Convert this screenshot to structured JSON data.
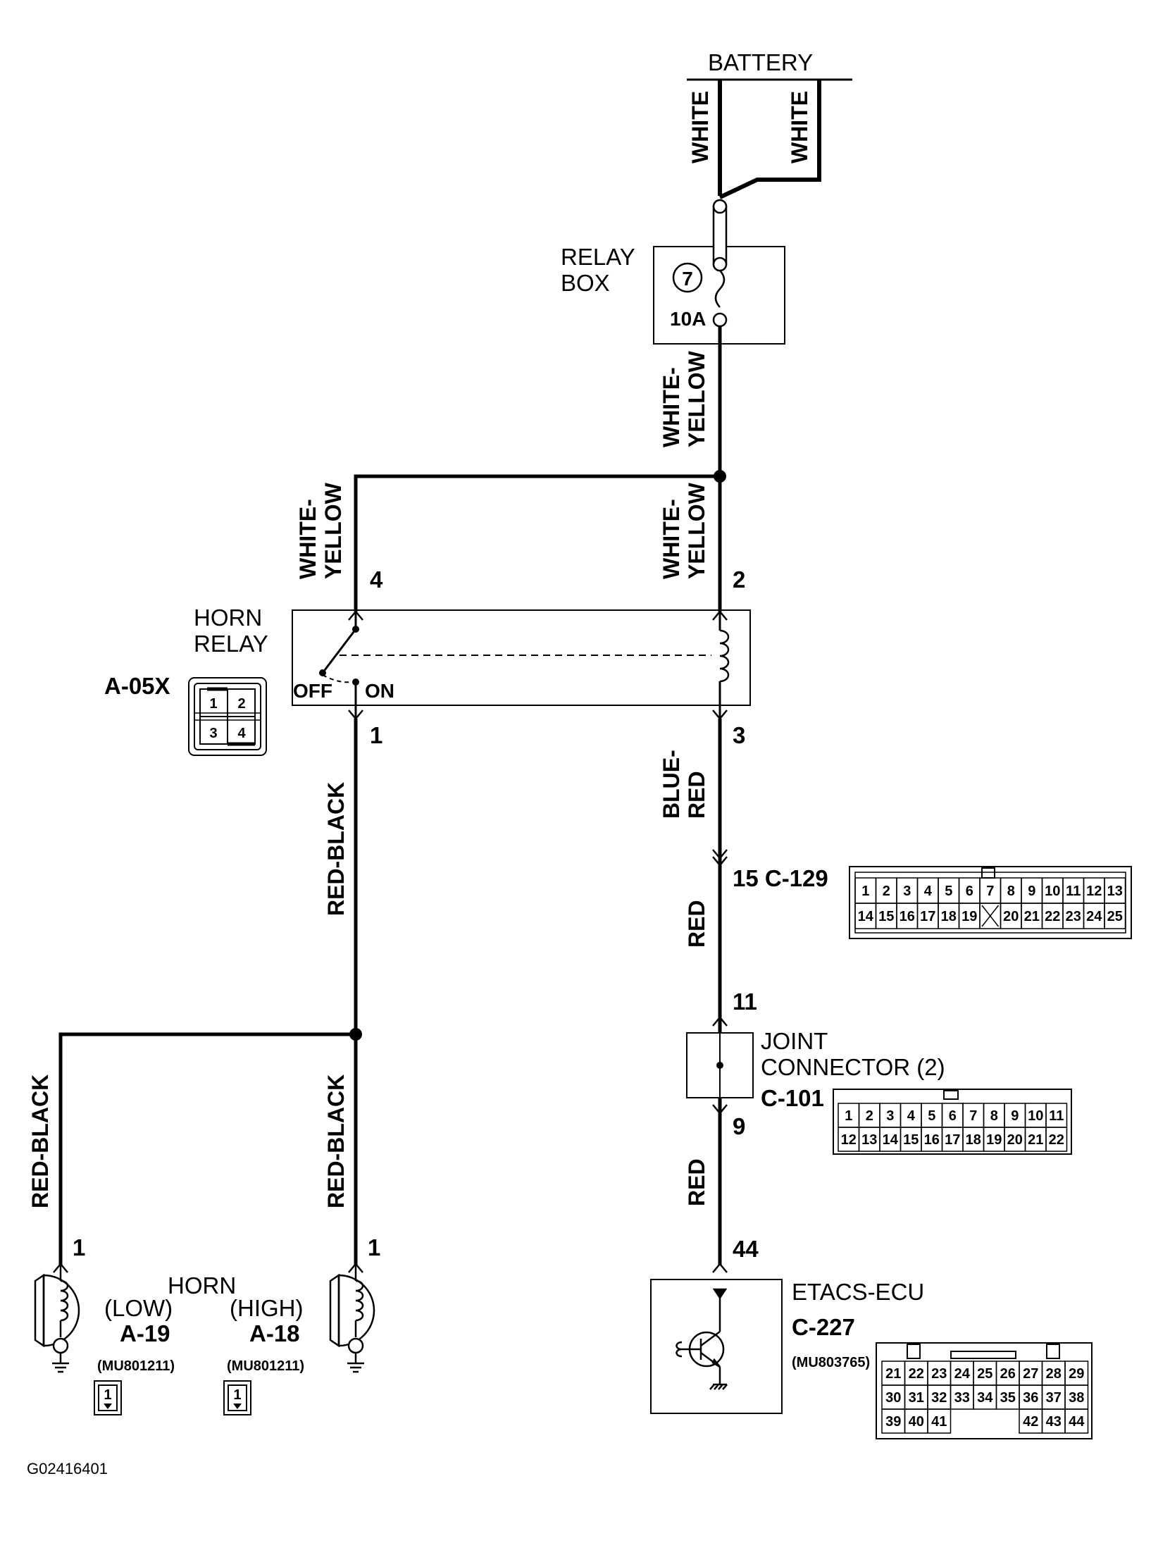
{
  "labels": {
    "battery": "BATTERY",
    "relay_box_line1": "RELAY",
    "relay_box_line2": "BOX",
    "fuse_number": "7",
    "fuse_rating": "10A",
    "horn_relay_line1": "HORN",
    "horn_relay_line2": "RELAY",
    "horn_relay_connector": "A-05X",
    "relay_off": "OFF",
    "relay_on": "ON",
    "joint_connector_line1": "JOINT",
    "joint_connector_line2": "CONNECTOR (2)",
    "joint_connector_id": "C-101",
    "c129_label": "15 C-129",
    "etacs_name": "ETACS-ECU",
    "etacs_connector": "C-227",
    "etacs_part": "(MU803765)",
    "horn": "HORN",
    "horn_low": "(LOW)",
    "horn_high": "(HIGH)",
    "horn_low_connector": "A-19",
    "horn_high_connector": "A-18",
    "horn_low_part": "(MU801211)",
    "horn_high_part": "(MU801211)",
    "horn_tab": "1",
    "figure_id": "G02416401"
  },
  "wires": {
    "white_1": "WHITE",
    "white_2": "WHITE",
    "wy_main_1": "WHITE-",
    "wy_main_2": "YELLOW",
    "wy_left_1": "WHITE-",
    "wy_left_2": "YELLOW",
    "wy_right_1": "WHITE-",
    "wy_right_2": "YELLOW",
    "blue_red_1": "BLUE-",
    "blue_red_2": "RED",
    "red_upper": "RED",
    "red_lower": "RED",
    "red_black_relay": "RED-BLACK",
    "red_black_left": "RED-BLACK",
    "red_black_right": "RED-BLACK"
  },
  "pins": {
    "relay_4": "4",
    "relay_2": "2",
    "relay_1": "1",
    "relay_3": "3",
    "joint_11": "11",
    "joint_9": "9",
    "ecu_44": "44",
    "horn_low_1": "1",
    "horn_high_1": "1"
  },
  "connector_a05x": {
    "pins": [
      "1",
      "2",
      "3",
      "4"
    ]
  },
  "connector_c129": {
    "row1": [
      "1",
      "2",
      "3",
      "4",
      "5",
      "6",
      "7",
      "8",
      "9",
      "10",
      "11",
      "12",
      "13"
    ],
    "row2": [
      "14",
      "15",
      "16",
      "17",
      "18",
      "19",
      "",
      "20",
      "21",
      "22",
      "23",
      "24",
      "25"
    ]
  },
  "connector_c101": {
    "row1": [
      "1",
      "2",
      "3",
      "4",
      "5",
      "6",
      "7",
      "8",
      "9",
      "10",
      "11"
    ],
    "row2": [
      "12",
      "13",
      "14",
      "15",
      "16",
      "17",
      "18",
      "19",
      "20",
      "21",
      "22"
    ]
  },
  "connector_c227": {
    "row1": [
      "21",
      "22",
      "23",
      "24",
      "25",
      "26",
      "27",
      "28",
      "29"
    ],
    "row2": [
      "30",
      "31",
      "32",
      "33",
      "34",
      "35",
      "36",
      "37",
      "38"
    ],
    "row3": [
      "39",
      "40",
      "41",
      "",
      "",
      "",
      "42",
      "43",
      "44"
    ]
  }
}
